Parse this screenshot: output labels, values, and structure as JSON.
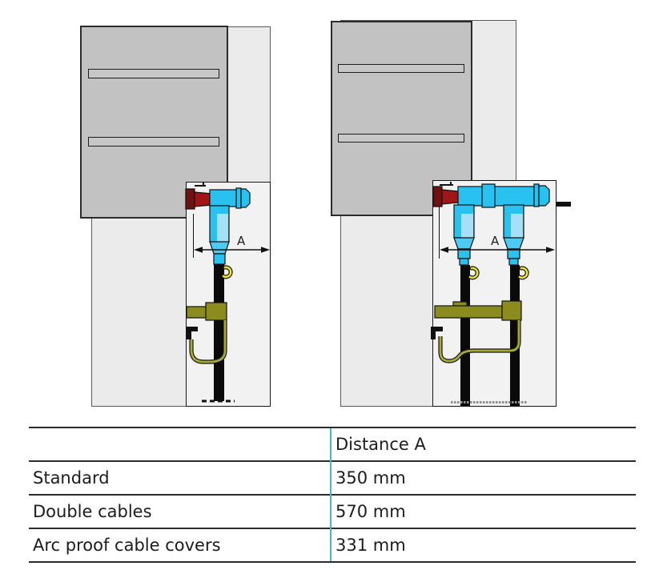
{
  "figure": {
    "description": "Cable termination side views with dimension A",
    "dimension_label": "A"
  },
  "colors": {
    "cabinet_gray": "#c2c2c2",
    "panel_light_gray": "#ebebeb",
    "box_gray": "#f2f2f2",
    "connector_blue": "#29c1ef",
    "connector_blue_mid": "#4ccaf2",
    "connector_blue_light": "#a6e0f6",
    "plug_red": "#a01616",
    "plug_red_dark": "#701212",
    "clamp_olive": "#8c8c1e",
    "earth_wire_olive": "#a8a832",
    "earth_hook_yellow": "#ece32a",
    "cable_black": "#0a0a0a",
    "table_divider_cyan": "#3fb9d9"
  },
  "diagrams": [
    {
      "id": "standard-single-cable",
      "dimension_label": "A"
    },
    {
      "id": "double-cables",
      "dimension_label": "A"
    }
  ],
  "table": {
    "header": {
      "col1": "",
      "col2": "Distance A"
    },
    "rows": [
      {
        "label": "Standard",
        "value": "350 mm"
      },
      {
        "label": "Double cables",
        "value": "570 mm"
      },
      {
        "label": "Arc proof cable covers",
        "value": "331 mm"
      }
    ]
  }
}
